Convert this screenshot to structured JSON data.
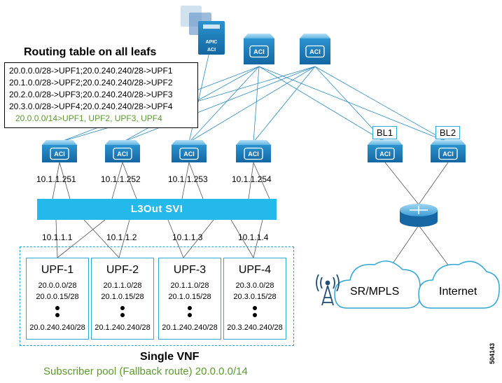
{
  "routing_table": {
    "title": "Routing table on all leafs",
    "lines": [
      "20.0.0.0/28->UPF1;20.0.240.240/28->UPF1",
      "20.1.0.0/28->UPF2;20.0.240.240/28->UPF2",
      "20.2.0.0/28->UPF3;20.0.240.240/28->UPF3",
      "20.3.0.0/28->UPF4;20.0.240.240/28->UPF4"
    ],
    "fallback": "20.0.0.0/14>UPF1, UPF2, UPF3, UPF4"
  },
  "apic": {
    "label": "APIC",
    "aci": "ACI"
  },
  "switch_label": "ACI",
  "leaf_ips": [
    "10.1.1.251",
    "10.1.1.252",
    "10.1.1.253",
    "10.1.1.254"
  ],
  "svi_label": "L3Out SVI",
  "upf_ips": [
    "10.1.1.1",
    "10.1.1.2",
    "10.1.1.3",
    "10.1.1.4"
  ],
  "upfs": [
    {
      "name": "UPF-1",
      "r1": "20.0.0.0/28",
      "r2": "20.0.0.15/28",
      "r3": "20.0.240.240/28"
    },
    {
      "name": "UPF-2",
      "r1": "20.1.1.0/28",
      "r2": "20.1.0.15/28",
      "r3": "20.1.240.240/28"
    },
    {
      "name": "UPF-3",
      "r1": "20.1.1.0/28",
      "r2": "20.1.0.15/28",
      "r3": "20.1.240.240/28"
    },
    {
      "name": "UPF-4",
      "r1": "20.3.0.0/28",
      "r2": "20.3.0.15/28",
      "r3": "20.3.240.240/28"
    }
  ],
  "border_leaves": [
    "BL1",
    "BL2"
  ],
  "clouds": [
    "SR/MPLS",
    "Internet"
  ],
  "vnf_title": "Single VNF",
  "pool": "Subscriber pool (Fallback route) 20.0.0.0/14",
  "figure_id": "504143",
  "colors": {
    "accent": "#23b9ea",
    "switch": "#1f87c1",
    "green": "#5a9a2e"
  }
}
